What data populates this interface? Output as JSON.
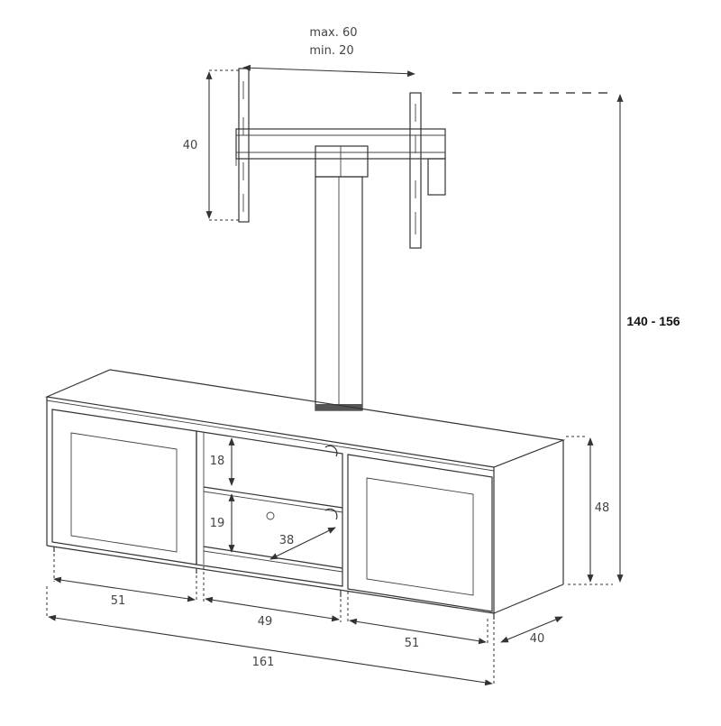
{
  "dimensions": {
    "bracket_width_max": "max. 60",
    "bracket_width_min": "min. 20",
    "bracket_height": "40",
    "total_height": "140 - 156",
    "shelf_upper_height": "18",
    "shelf_lower_height": "19",
    "shelf_depth": "38",
    "cabinet_height": "48",
    "left_door_width": "51",
    "middle_width": "49",
    "right_door_width": "51",
    "cabinet_depth": "40",
    "total_width": "161"
  },
  "colors": {
    "stroke": "#333333",
    "text": "#444444",
    "accent_text": "#111111",
    "background": "#ffffff"
  }
}
